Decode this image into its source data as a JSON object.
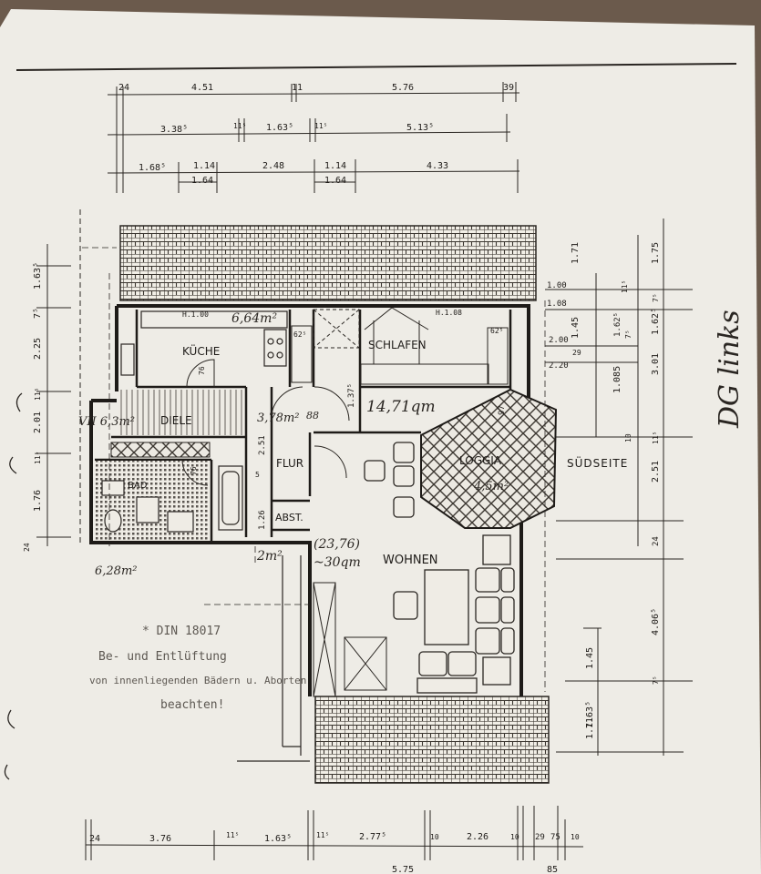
{
  "plan": {
    "rooms": {
      "kueche": "KÜCHE",
      "schlafen": "SCHLAFEN",
      "diele": "DIELE",
      "flur": "FLUR",
      "bad": "BAD",
      "abst": "ABST.",
      "loggia": "LOGGIA",
      "wohnen": "WOHNEN",
      "suedseite": "SÜDSEITE"
    },
    "handwritten": {
      "kueche_area": "6,64m²",
      "schlafen_area": "14,71qm",
      "flur_area": "3,78m²",
      "flur_sub": "88",
      "diele_area": "VII 6,3m²",
      "bad_area": "6,28m²",
      "abst_area": "2m²",
      "wohnen_area1": "(23,76)",
      "wohnen_area2": "~30qm",
      "loggia_area": "4,5m²",
      "side_note": "DG links"
    },
    "stamp": {
      "star_ref": "* DIN 18017",
      "line1": "Be- und Entlüftung",
      "line2": "von innenliegenden Bädern u. Aborten",
      "line3": "beachten!"
    },
    "dims_top_row1": [
      "24",
      "4.51",
      "11",
      "5.76",
      "39"
    ],
    "dims_top_row2": [
      "3.38⁵",
      "11⁵",
      "1.63⁵",
      "11⁵",
      "5.13⁵"
    ],
    "dims_top_row3": [
      "1.68⁵",
      "1.14",
      "2.48",
      "1.14",
      "4.33"
    ],
    "dims_top_row3_sub": [
      "1.64",
      "1.64"
    ],
    "dims_bottom": [
      "24",
      "3.76",
      "11⁵",
      "1.63⁵",
      "11⁵",
      "2.77⁵",
      "10",
      "2.26",
      "10",
      "29",
      "75",
      "10"
    ],
    "dims_bottom_sub": [
      "5.75",
      "85"
    ],
    "dims_left": [
      "1.63⁵",
      "7⁵",
      "2.25",
      "11⁵",
      "2.01",
      "11⁵",
      "1.76",
      "24"
    ],
    "dims_right_outer": [
      "1.75",
      "7⁵",
      "1.62⁵",
      "7⁵",
      "3.01",
      "11⁵",
      "2.51",
      "24",
      "4.06⁵",
      "7⁵",
      "1.63⁵"
    ],
    "dims_right_inner": [
      "1.71",
      "1.45",
      "1.085",
      "10",
      "1.45",
      "1.71"
    ],
    "dims_right_small": [
      "1.00",
      "1.08",
      "2.00",
      "29",
      "2.20",
      "11⁵",
      "1.62⁵"
    ],
    "dims_inner": [
      "2.51",
      "1.37⁵",
      "97",
      "62⁵",
      "62⁵",
      "76",
      "76",
      "1.26",
      "5",
      "H.1.00",
      "H.1.08"
    ]
  }
}
